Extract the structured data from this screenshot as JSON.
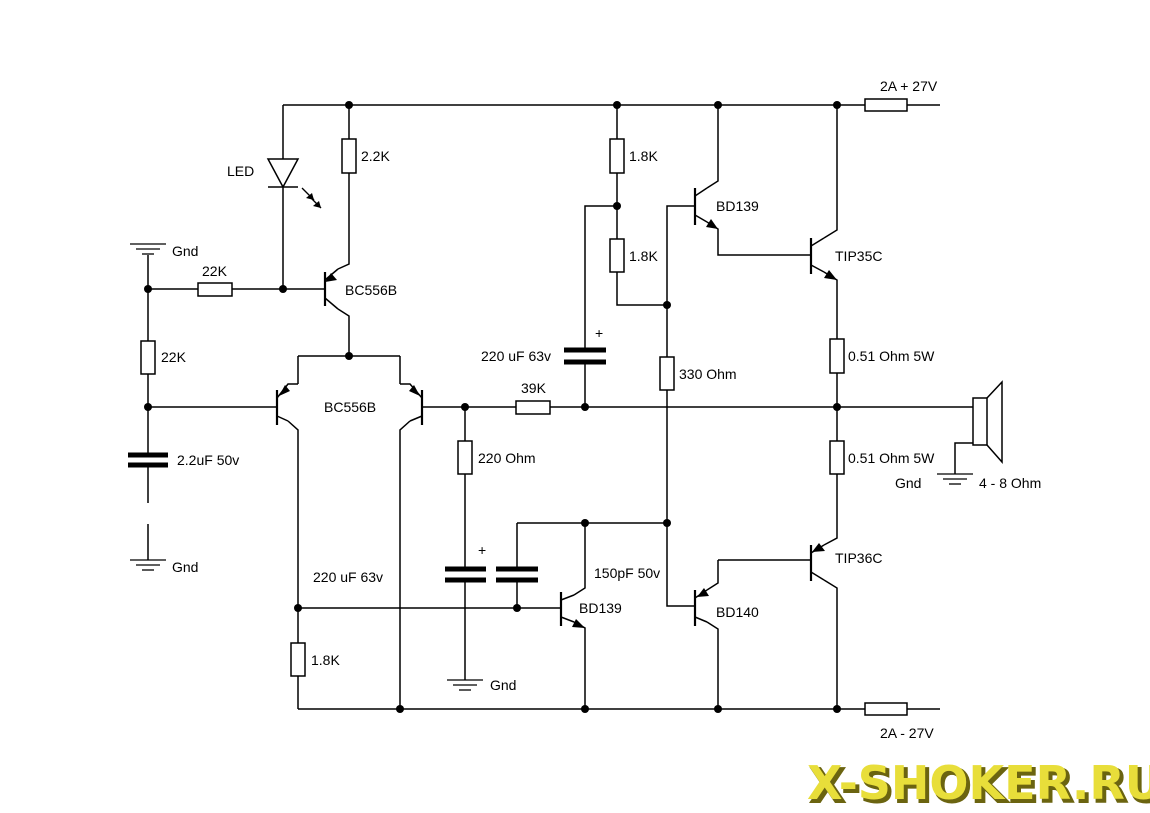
{
  "labels": {
    "led": "LED",
    "r_2k2": "2.2K",
    "gnd_top": "Gnd",
    "r_22k_h": "22K",
    "q_bc556b_top": "BC556B",
    "r_22k_v": "22K",
    "q_bc556b_pair": "BC556B",
    "c_2u2": "2.2uF 50v",
    "gnd_left": "Gnd",
    "c_220u_top": "220 uF 63v",
    "plus_top": "+",
    "r_39k": "39K",
    "r_220": "220 Ohm",
    "r_1k8_a": "1.8K",
    "r_1k8_b": "1.8K",
    "r_330": "330 Ohm",
    "q_bd139_top": "BD139",
    "q_tip35c": "TIP35C",
    "supply_pos": "2A + 27V",
    "r_051_top": "0.51 Ohm 5W",
    "r_051_bot": "0.51 Ohm 5W",
    "gnd_speaker": "Gnd",
    "speaker": "4 - 8 Ohm",
    "c_220u_bot": "220 uF 63v",
    "plus_bot": "+",
    "c_150p": "150pF 50v",
    "q_bd139_bot": "BD139",
    "q_bd140": "BD140",
    "q_tip36c": "TIP36C",
    "r_1k8_c": "1.8K",
    "gnd_bottom": "Gnd",
    "supply_neg": "2A - 27V"
  },
  "watermark": {
    "text": "X-SHOKER.RU",
    "color": "#e8de3a",
    "shadow": "#6b6410"
  }
}
